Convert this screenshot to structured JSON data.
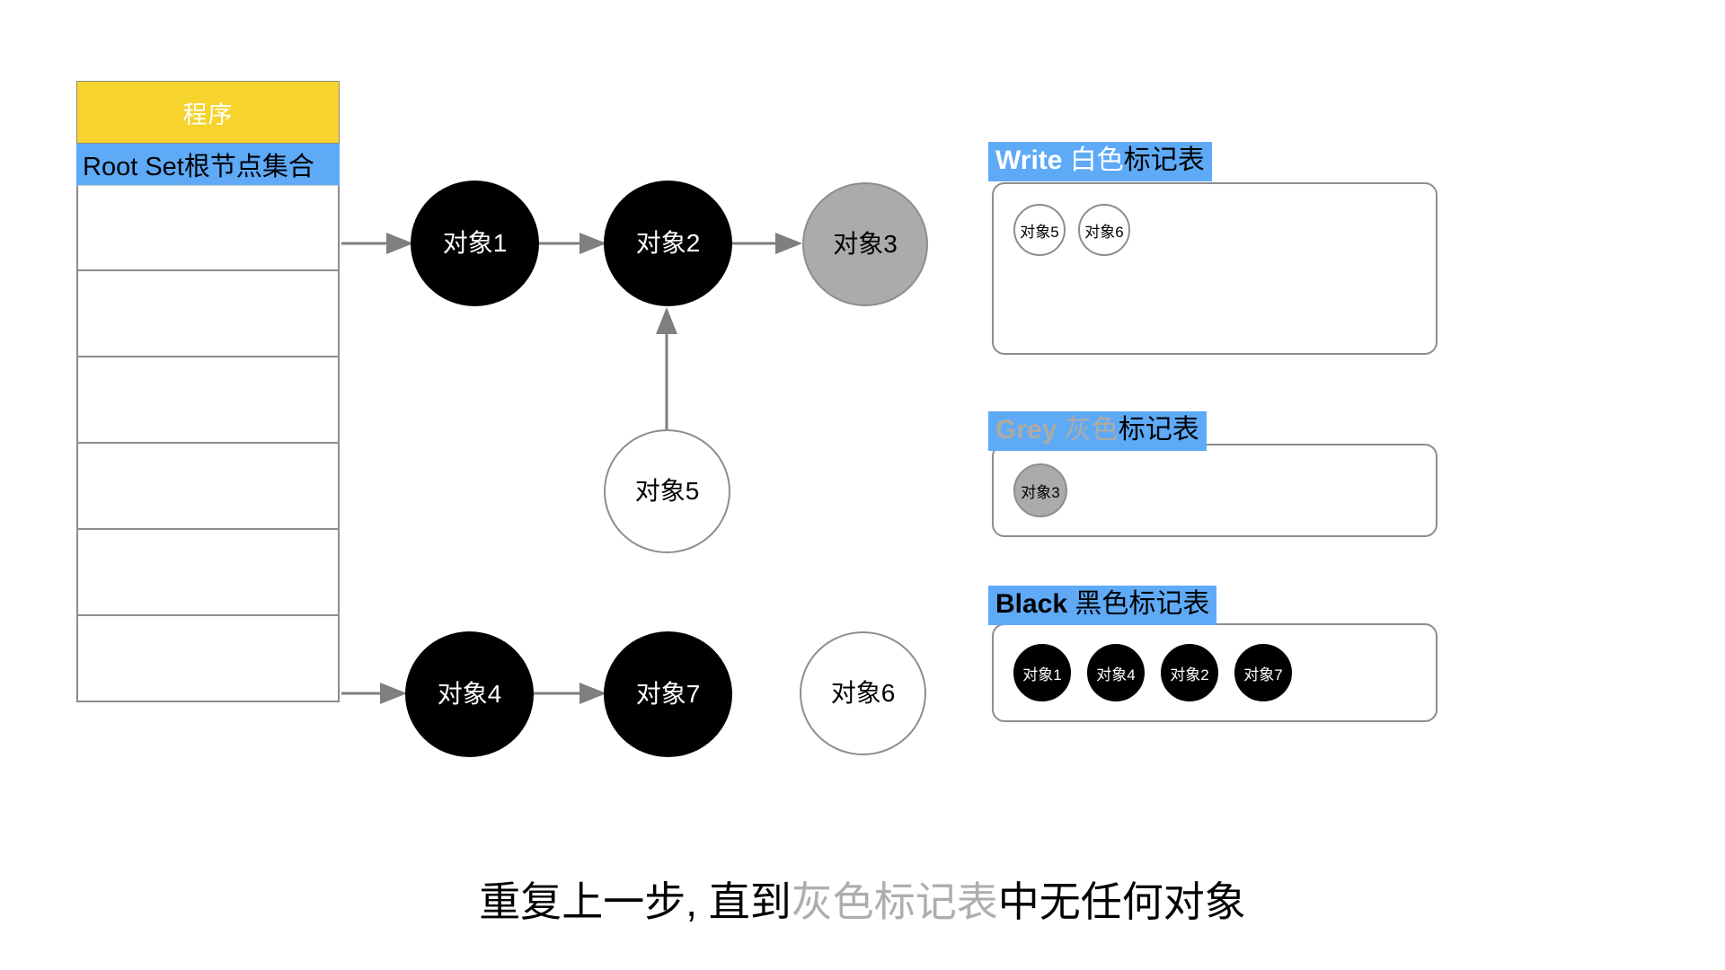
{
  "stack": {
    "program_label": "程序",
    "rootset_label": "Root Set根节点集合",
    "empty_row_count": 6,
    "colors": {
      "program_bg": "#f6d32d",
      "rootset_bg": "#5eaaf7",
      "border": "#8c8c8c"
    }
  },
  "graph": {
    "nodes": [
      {
        "id": "obj1",
        "label": "对象1",
        "color": "black"
      },
      {
        "id": "obj2",
        "label": "对象2",
        "color": "black"
      },
      {
        "id": "obj3",
        "label": "对象3",
        "color": "grey"
      },
      {
        "id": "obj5",
        "label": "对象5",
        "color": "white"
      },
      {
        "id": "obj4",
        "label": "对象4",
        "color": "black"
      },
      {
        "id": "obj7",
        "label": "对象7",
        "color": "black"
      },
      {
        "id": "obj6",
        "label": "对象6",
        "color": "white"
      }
    ],
    "edges": [
      {
        "from": "root-set-row-1",
        "to": "obj1"
      },
      {
        "from": "obj1",
        "to": "obj2"
      },
      {
        "from": "obj2",
        "to": "obj3"
      },
      {
        "from": "obj5",
        "to": "obj2"
      },
      {
        "from": "root-set-row-5",
        "to": "obj4"
      },
      {
        "from": "obj4",
        "to": "obj7"
      }
    ],
    "edge_color": "#7f7f7f"
  },
  "mark_tables": [
    {
      "id": "white-table",
      "header_en": "Write ",
      "header_cn_colored": "白色",
      "header_cn_plain": "标记表",
      "en_color": "#ffffff",
      "cn_color": "#ffffff",
      "items": [
        {
          "label": "对象5",
          "color": "white"
        },
        {
          "label": "对象6",
          "color": "white"
        }
      ]
    },
    {
      "id": "grey-table",
      "header_en": "Grey ",
      "header_cn_colored": "灰色",
      "header_cn_plain": "标记表",
      "en_color": "#aeaba2",
      "cn_color": "#aeaba2",
      "items": [
        {
          "label": "对象3",
          "color": "grey"
        }
      ]
    },
    {
      "id": "black-table",
      "header_en": "Black ",
      "header_cn_colored": "黑色",
      "header_cn_plain": "标记表",
      "en_color": "#000000",
      "cn_color": "#000000",
      "items": [
        {
          "label": "对象1",
          "color": "black"
        },
        {
          "label": "对象4",
          "color": "black"
        },
        {
          "label": "对象2",
          "color": "black"
        },
        {
          "label": "对象7",
          "color": "black"
        }
      ]
    }
  ],
  "caption": {
    "lead": "重复上一步, 直到",
    "highlight": "灰色标记表",
    "tail": "中无任何对象",
    "highlight_color": "#aeaeae"
  }
}
